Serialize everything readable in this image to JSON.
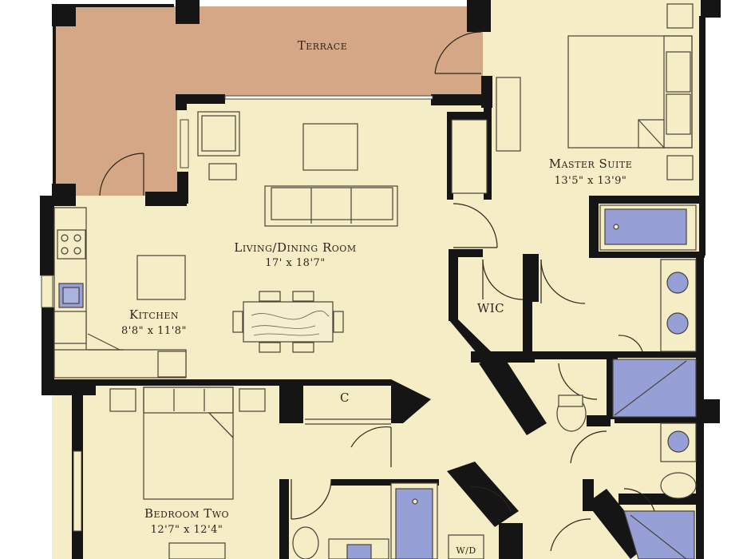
{
  "rooms": {
    "terrace": {
      "name": "Terrace"
    },
    "master_suite": {
      "name": "Master Suite",
      "dimensions": "13'5\" x 13'9\""
    },
    "living_dining": {
      "name": "Living/Dining Room",
      "dimensions": "17' x 18'7\""
    },
    "kitchen": {
      "name": "Kitchen",
      "dimensions": "8'8\" x 11'8\""
    },
    "wic": {
      "name": "WIC"
    },
    "closet": {
      "name": "C"
    },
    "bedroom_two": {
      "name": "Bedroom Two",
      "dimensions": "12'7\" x 12'4\""
    },
    "laundry": {
      "name": "W/D"
    }
  },
  "colors": {
    "floor": "#f5edc6",
    "terrace": "#d4a887",
    "wall": "#151515",
    "fixture": "#96a0d6",
    "line": "#4a4236"
  }
}
